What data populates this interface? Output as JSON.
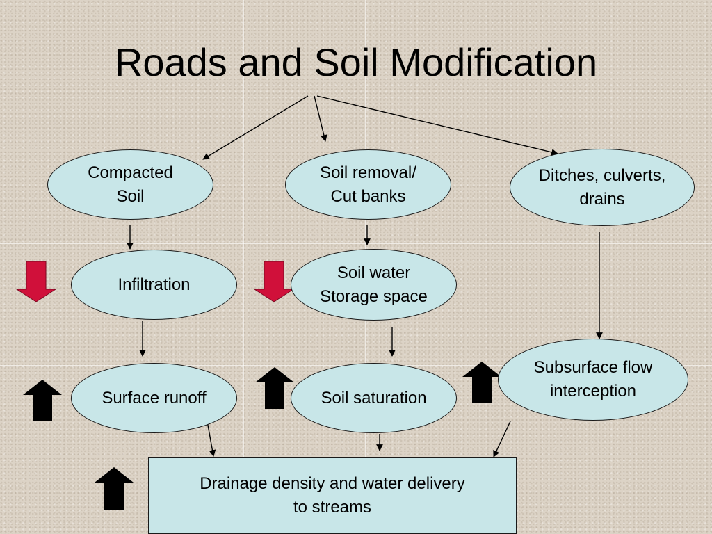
{
  "title": "Roads and Soil Modification",
  "nodes": {
    "compacted_soil": "Compacted\nSoil",
    "soil_removal": "Soil removal/\nCut banks",
    "ditches": "Ditches, culverts,\ndrains",
    "infiltration": "Infiltration",
    "soil_water": "Soil water\nStorage space",
    "surface_runoff": "Surface runoff",
    "soil_saturation": "Soil saturation",
    "subsurface_flow": "Subsurface flow\ninterception",
    "drainage": "Drainage density and water delivery\nto streams"
  },
  "indicators": {
    "infiltration": "decrease",
    "soil_water": "decrease",
    "surface_runoff": "increase",
    "soil_saturation": "increase",
    "subsurface_flow": "increase",
    "drainage": "increase"
  },
  "colors": {
    "node_fill": "#c8e6e8",
    "decrease_arrow": "#d0103a",
    "increase_arrow": "#000000",
    "connector": "#000000"
  }
}
